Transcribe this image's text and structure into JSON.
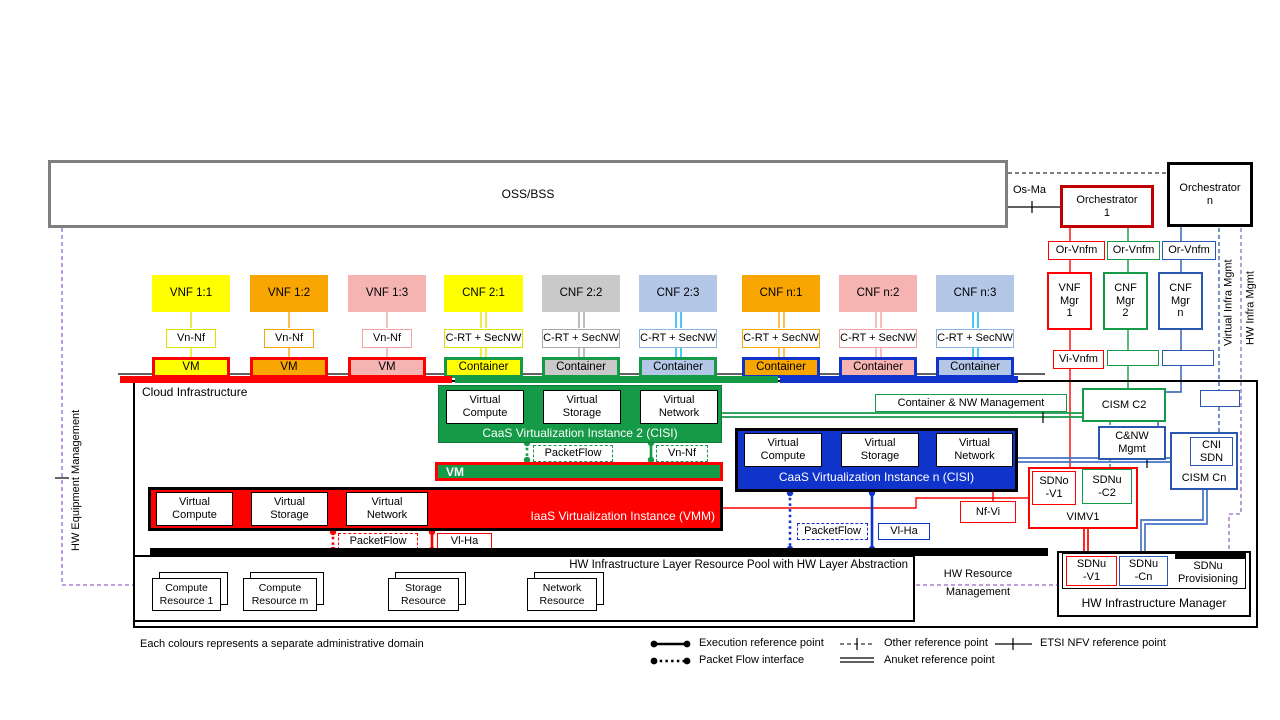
{
  "palette": {
    "yellow": "#FFFF00",
    "orange": "#F9A602",
    "pink": "#F5B3B1",
    "gray": "#C9C9C9",
    "light_blue": "#B4C7E7",
    "red": "#FF0000",
    "dark_red": "#C00000",
    "green": "#159A48",
    "strong_blue": "#1033CC",
    "line_blue": "#2A58B0",
    "double_line_blue": "#4472C4",
    "cyan": "#00B0F0",
    "purple": "#9966CC",
    "oss_gray": "#7F7F7F"
  },
  "oss": {
    "label": "OSS/BSS"
  },
  "os_ma": {
    "label": "Os-Ma"
  },
  "orchestrator_1": {
    "label": "Orchestrator\n1"
  },
  "orchestrator_n": {
    "label": "Orchestrator\nn"
  },
  "or_vnfm": {
    "label": "Or-Vnfm"
  },
  "workloads": [
    {
      "label": "VNF 1:1",
      "runtime": "Vn-Nf",
      "platform": "VM"
    },
    {
      "label": "VNF 1:2",
      "runtime": "Vn-Nf",
      "platform": "VM"
    },
    {
      "label": "VNF 1:3",
      "runtime": "Vn-Nf",
      "platform": "VM"
    },
    {
      "label": "CNF 2:1",
      "runtime": "C-RT + SecNW",
      "platform": "Container"
    },
    {
      "label": "CNF 2:2",
      "runtime": "C-RT + SecNW",
      "platform": "Container"
    },
    {
      "label": "CNF 2:3",
      "runtime": "C-RT + SecNW",
      "platform": "Container"
    },
    {
      "label": "CNF n:1",
      "runtime": "C-RT + SecNW",
      "platform": "Container"
    },
    {
      "label": "CNF n:2",
      "runtime": "C-RT + SecNW",
      "platform": "Container"
    },
    {
      "label": "CNF n:3",
      "runtime": "C-RT + SecNW",
      "platform": "Container"
    }
  ],
  "cloud": {
    "label": "Cloud Infrastructure",
    "cisi2": {
      "compute": "Virtual\nCompute",
      "storage": "Virtual\nStorage",
      "network": "Virtual\nNetwork",
      "label": "CaaS Virtualization Instance 2 (CISI)",
      "packet_flow": "PacketFlow",
      "vn_nf": "Vn-Nf"
    },
    "vm_bar": {
      "label": "VM"
    },
    "vmm": {
      "compute": "Virtual\nCompute",
      "storage": "Virtual\nStorage",
      "network": "Virtual\nNetwork",
      "label": "IaaS Virtualization Instance (VMM)",
      "packet_flow": "PacketFlow",
      "vl_ha": "Vl-Ha"
    },
    "cisi_n": {
      "compute": "Virtual\nCompute",
      "storage": "Virtual\nStorage",
      "network": "Virtual\nNetwork",
      "label": "CaaS Virtualization Instance n (CISI)",
      "packet_flow": "PacketFlow",
      "vl_ha": "Vl-Ha"
    },
    "hw_pool": {
      "title": "HW Infrastructure Layer Resource Pool with HW Layer Abstraction",
      "resources": [
        {
          "label": "Compute\nResource 1"
        },
        {
          "label": "Compute\nResource m"
        },
        {
          "label": "Storage\nResource"
        },
        {
          "label": "Network\nResource"
        }
      ]
    }
  },
  "mgmt": {
    "vnf_mgr_1": "VNF\nMgr\n1",
    "cnf_mgr_2": "CNF\nMgr\n2",
    "cnf_mgr_n": "CNF\nMgr\nn",
    "vi_vnfm": "Vi-Vnfm",
    "container_nw": "Container & NW Management",
    "cism_c2": "CISM C2",
    "cnw_mgmt": "C&NW\nMgmt",
    "cni_sdn": "CNI\nSDN",
    "cism_cn": "CISM Cn",
    "sdno_v1": "SDNo\n-V1",
    "sdnu_c2": "SDNu\n-C2",
    "vimv1": "VIMV1",
    "nf_vi": "Nf-Vi",
    "hw_im": {
      "sdnu_v1": "SDNu\n-V1",
      "sdnu_cn": "SDNu\n-Cn",
      "sdnu_prov": "SDNu\nProvisioning",
      "label": "HW Infrastructure Manager"
    }
  },
  "side_labels": {
    "hw_equipment": "HW Equipment Management",
    "virtual_infra": "Virtual Infra Mgmt",
    "hw_infra": "HW Infra Mgmt",
    "hw_resource": "HW Resource\nManagement"
  },
  "legend": {
    "note": "Each colours represents a separate administrative domain",
    "execution": "Execution reference point",
    "packet_flow": "Packet Flow interface",
    "other": "Other reference point",
    "anuket": "Anuket reference point",
    "etsi": "ETSI NFV reference point"
  }
}
